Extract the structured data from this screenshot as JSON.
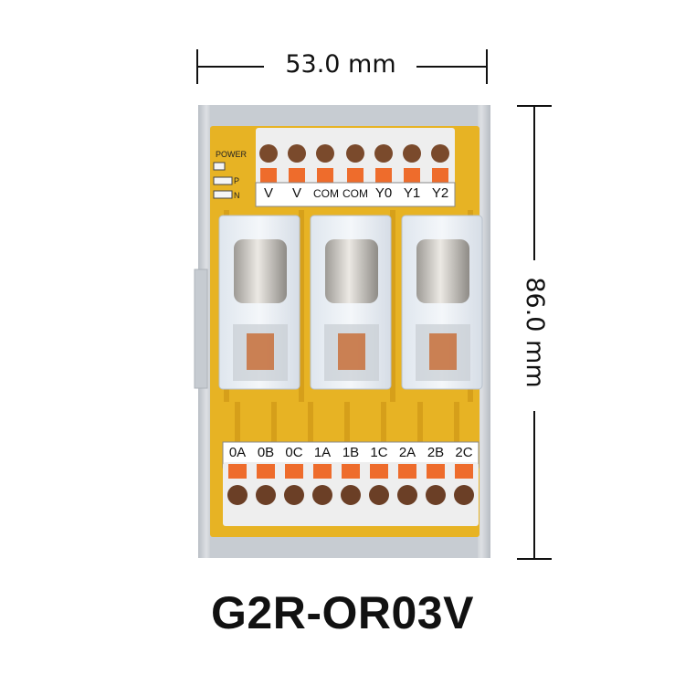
{
  "dimensions": {
    "width_label": "53.0 mm",
    "height_label": "86.0 mm"
  },
  "product": {
    "model": "G2R-OR03V"
  },
  "board": {
    "top_terminals": [
      "V",
      "V",
      "COM",
      "COM",
      "Y0",
      "Y1",
      "Y2"
    ],
    "bottom_terminals": [
      "0A",
      "0B",
      "0C",
      "1A",
      "1B",
      "1C",
      "2A",
      "2B",
      "2C"
    ],
    "relay_count": 3,
    "colors": {
      "pcb": "#e7b324",
      "terminal_lever": "#ee6c2c",
      "terminal_body": "#eeeeee",
      "din_rail": "#c9cdd2"
    }
  }
}
